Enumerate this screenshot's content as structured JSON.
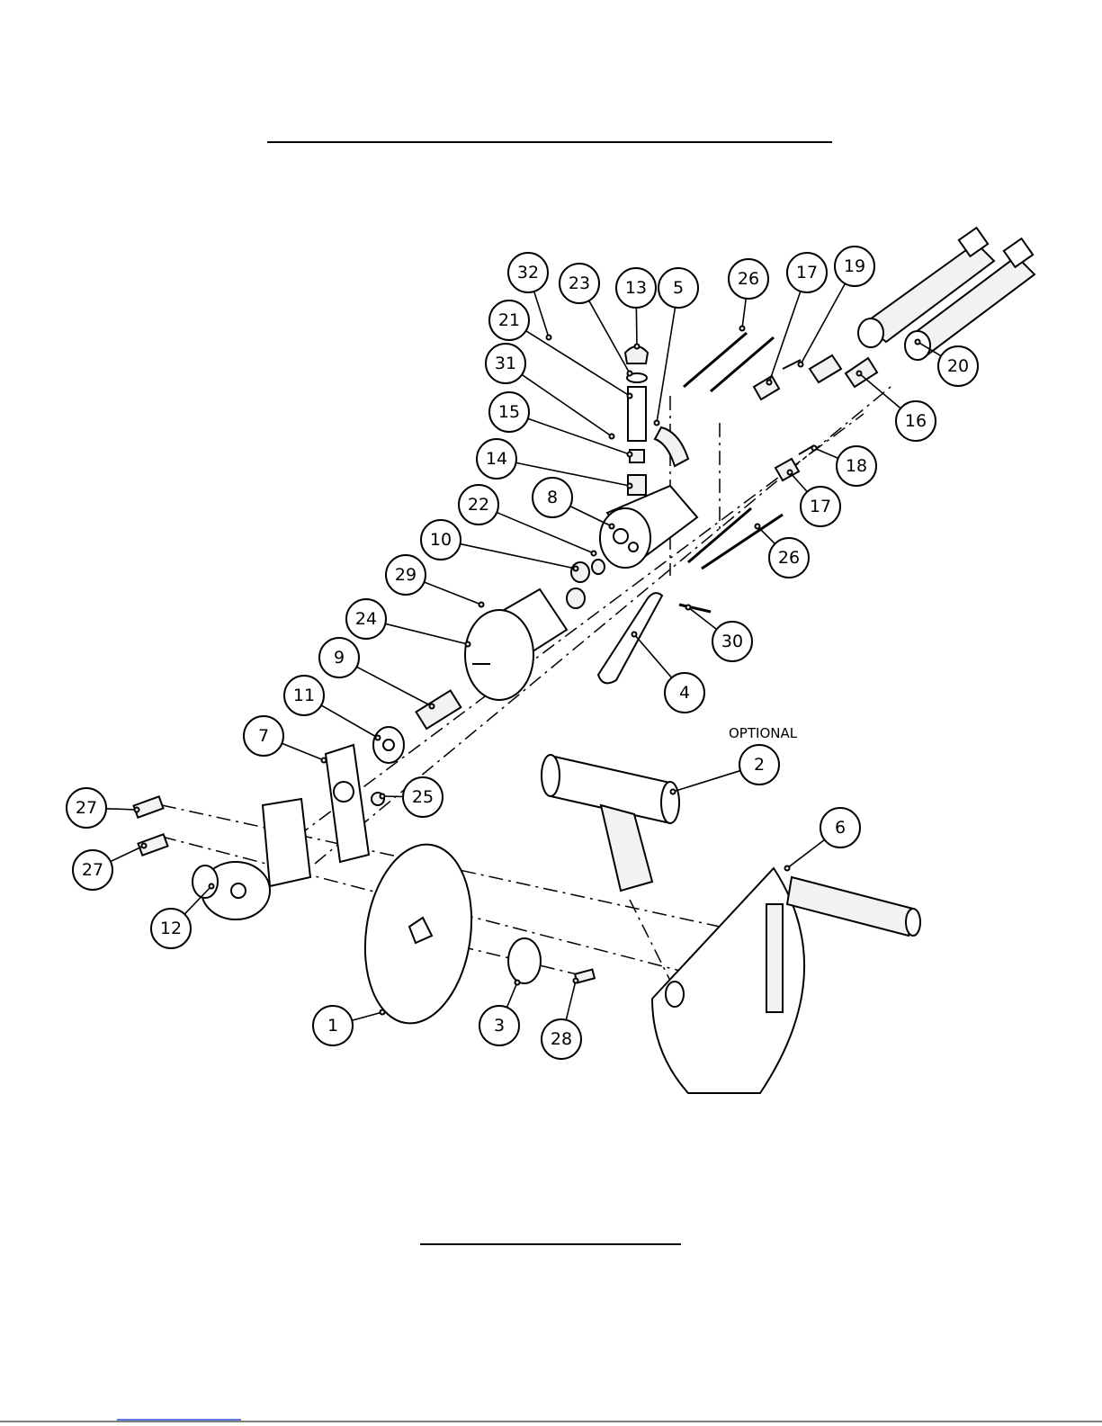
{
  "optional_label": "OPTIONAL",
  "callouts": [
    {
      "id": "32",
      "label": "32"
    },
    {
      "id": "23",
      "label": "23"
    },
    {
      "id": "13",
      "label": "13"
    },
    {
      "id": "5",
      "label": "5"
    },
    {
      "id": "26a",
      "label": "26"
    },
    {
      "id": "17a",
      "label": "17"
    },
    {
      "id": "19",
      "label": "19"
    },
    {
      "id": "21",
      "label": "21"
    },
    {
      "id": "31",
      "label": "31"
    },
    {
      "id": "15",
      "label": "15"
    },
    {
      "id": "14",
      "label": "14"
    },
    {
      "id": "8",
      "label": "8"
    },
    {
      "id": "22",
      "label": "22"
    },
    {
      "id": "10",
      "label": "10"
    },
    {
      "id": "29",
      "label": "29"
    },
    {
      "id": "24",
      "label": "24"
    },
    {
      "id": "9",
      "label": "9"
    },
    {
      "id": "11",
      "label": "11"
    },
    {
      "id": "7",
      "label": "7"
    },
    {
      "id": "27a",
      "label": "27"
    },
    {
      "id": "27b",
      "label": "27"
    },
    {
      "id": "12",
      "label": "12"
    },
    {
      "id": "25",
      "label": "25"
    },
    {
      "id": "1",
      "label": "1"
    },
    {
      "id": "3",
      "label": "3"
    },
    {
      "id": "28",
      "label": "28"
    },
    {
      "id": "2",
      "label": "2"
    },
    {
      "id": "6",
      "label": "6"
    },
    {
      "id": "4",
      "label": "4"
    },
    {
      "id": "30",
      "label": "30"
    },
    {
      "id": "26b",
      "label": "26"
    },
    {
      "id": "17b",
      "label": "17"
    },
    {
      "id": "18",
      "label": "18"
    },
    {
      "id": "16",
      "label": "16"
    },
    {
      "id": "20",
      "label": "20"
    }
  ]
}
